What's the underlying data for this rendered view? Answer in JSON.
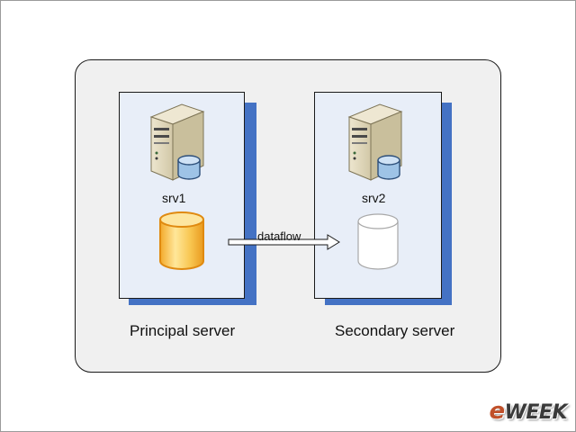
{
  "diagram": {
    "servers": [
      {
        "name": "srv1",
        "role": "Principal server",
        "database_style": "active",
        "database_color": "#f5b83b"
      },
      {
        "name": "srv2",
        "role": "Secondary server",
        "database_style": "empty",
        "database_color": "#ffffff"
      }
    ],
    "flow": {
      "label": "dataflow",
      "from": "srv1",
      "to": "srv2"
    },
    "colors": {
      "panel": "#e8eef8",
      "shadow": "#4472c4",
      "outer": "#f0f0f0"
    }
  },
  "watermark": {
    "e": "e",
    "rest": "WEEK"
  },
  "icons": [
    "server-tower-icon",
    "database-cylinder-icon",
    "arrow-right-icon"
  ]
}
